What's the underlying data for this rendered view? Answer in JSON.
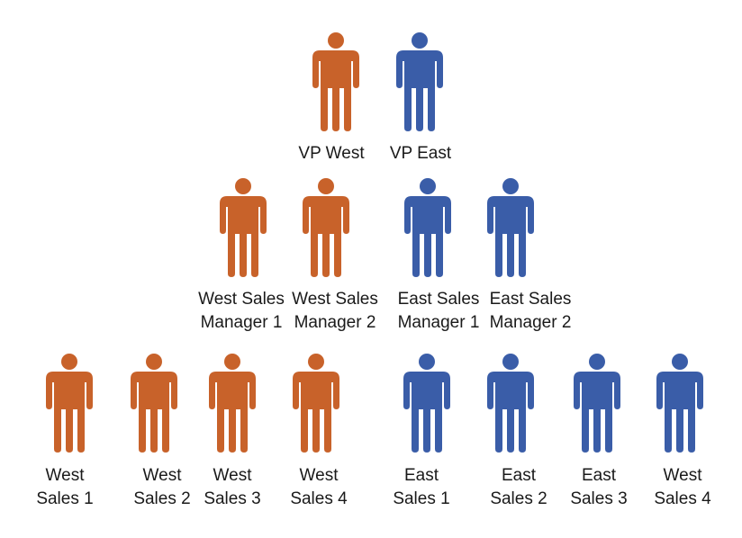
{
  "colors": {
    "west": "#C8622A",
    "east": "#3A5DA8"
  },
  "icon": "person-icon",
  "tiers": [
    {
      "name": "vp",
      "people": [
        {
          "team": "west",
          "lines": [
            "VP West"
          ]
        },
        {
          "team": "east",
          "lines": [
            "VP East"
          ]
        }
      ]
    },
    {
      "name": "managers",
      "people": [
        {
          "team": "west",
          "lines": [
            "West Sales",
            "Manager 1"
          ]
        },
        {
          "team": "west",
          "lines": [
            "West Sales",
            "Manager 2"
          ]
        },
        {
          "team": "east",
          "lines": [
            "East Sales",
            "Manager 1"
          ]
        },
        {
          "team": "east",
          "lines": [
            "East Sales",
            "Manager 2"
          ]
        }
      ]
    },
    {
      "name": "sales",
      "people": [
        {
          "team": "west",
          "lines": [
            "West",
            "Sales 1"
          ]
        },
        {
          "team": "west",
          "lines": [
            "West",
            "Sales 2"
          ]
        },
        {
          "team": "west",
          "lines": [
            "West",
            "Sales 3"
          ]
        },
        {
          "team": "west",
          "lines": [
            "West",
            "Sales 4"
          ]
        },
        {
          "team": "east",
          "lines": [
            "East",
            "Sales 1"
          ]
        },
        {
          "team": "east",
          "lines": [
            "East",
            "Sales 2"
          ]
        },
        {
          "team": "east",
          "lines": [
            "East",
            "Sales 3"
          ]
        },
        {
          "team": "east",
          "lines": [
            "West",
            "Sales 4"
          ]
        }
      ]
    }
  ]
}
